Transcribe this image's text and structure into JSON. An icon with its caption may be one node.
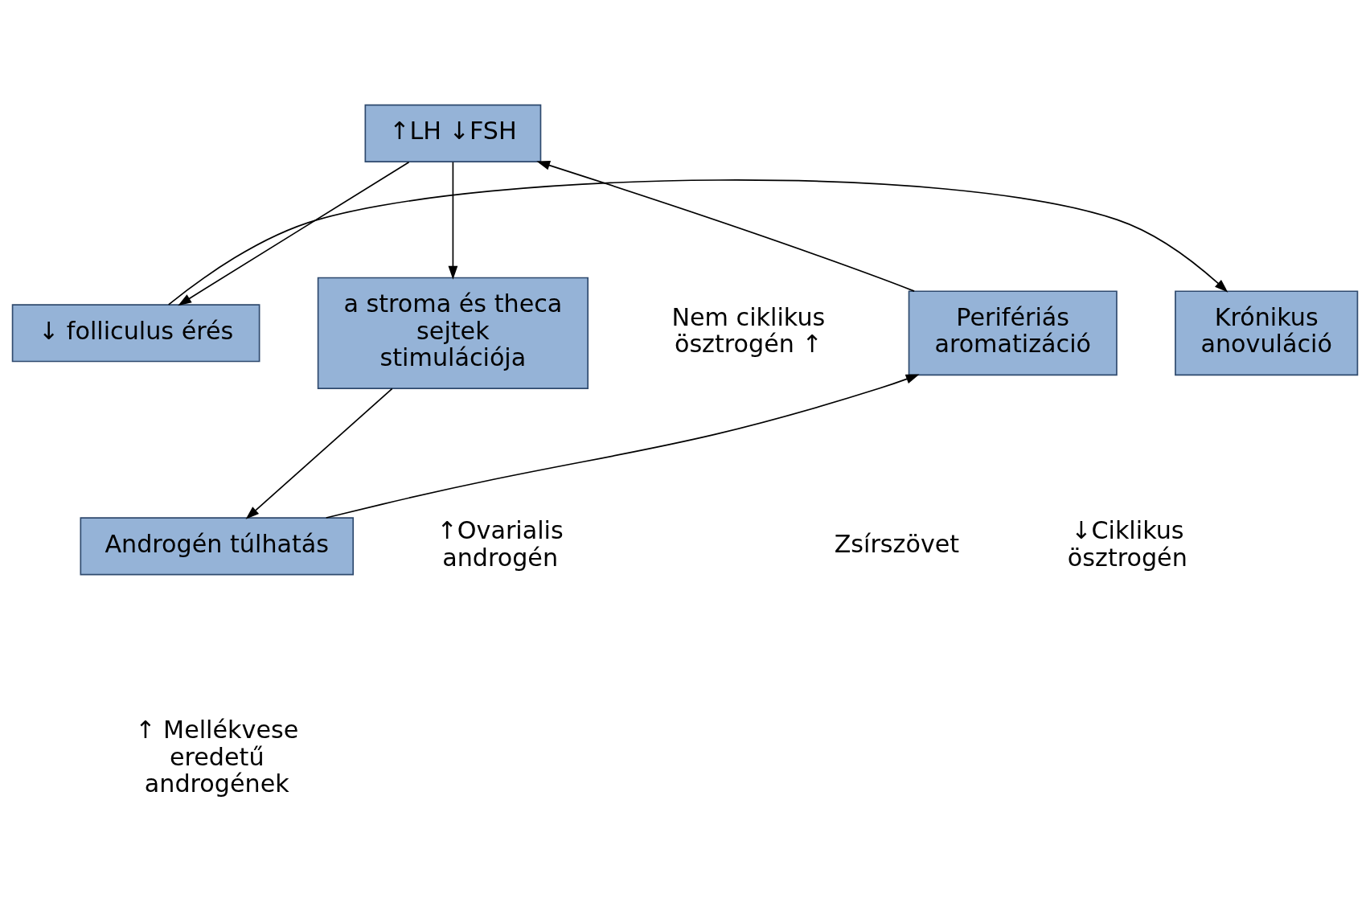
{
  "diagram": {
    "nodes": [
      {
        "text": [
          "↑LH ↓FSH"
        ]
      },
      {
        "text": [
          "Perifériás aromatizáció"
        ]
      },
      {
        "text": [
          "Krónikus anovuláció"
        ]
      },
      {
        "text": [
          "↓ folliculus érés"
        ]
      },
      {
        "text": [
          "a stroma és theca sejtek stimulációja"
        ]
      },
      {
        "text": [
          "Androgén túlhatás"
        ]
      }
    ],
    "edges": [
      {
        "from": 0,
        "to": 3,
        "arrow": "to"
      },
      {
        "from": 0,
        "to": 4,
        "arrow": "to"
      },
      {
        "from": 3,
        "to": 2,
        "arrow": "to"
      },
      {
        "from": 4,
        "to": 5,
        "arrow": "to"
      },
      {
        "from": 5,
        "to": 1,
        "arrow": "to"
      },
      {
        "from": 1,
        "to": 0,
        "arrow": "to"
      }
    ],
    "labels": [
      "Nem ciklikus ösztrogén ↑",
      "Zsírszövet",
      "↓Ciklikus ösztrogén",
      "↑Ovarialis androgén",
      "↑ Mellékvese eredetű androgének"
    ]
  }
}
